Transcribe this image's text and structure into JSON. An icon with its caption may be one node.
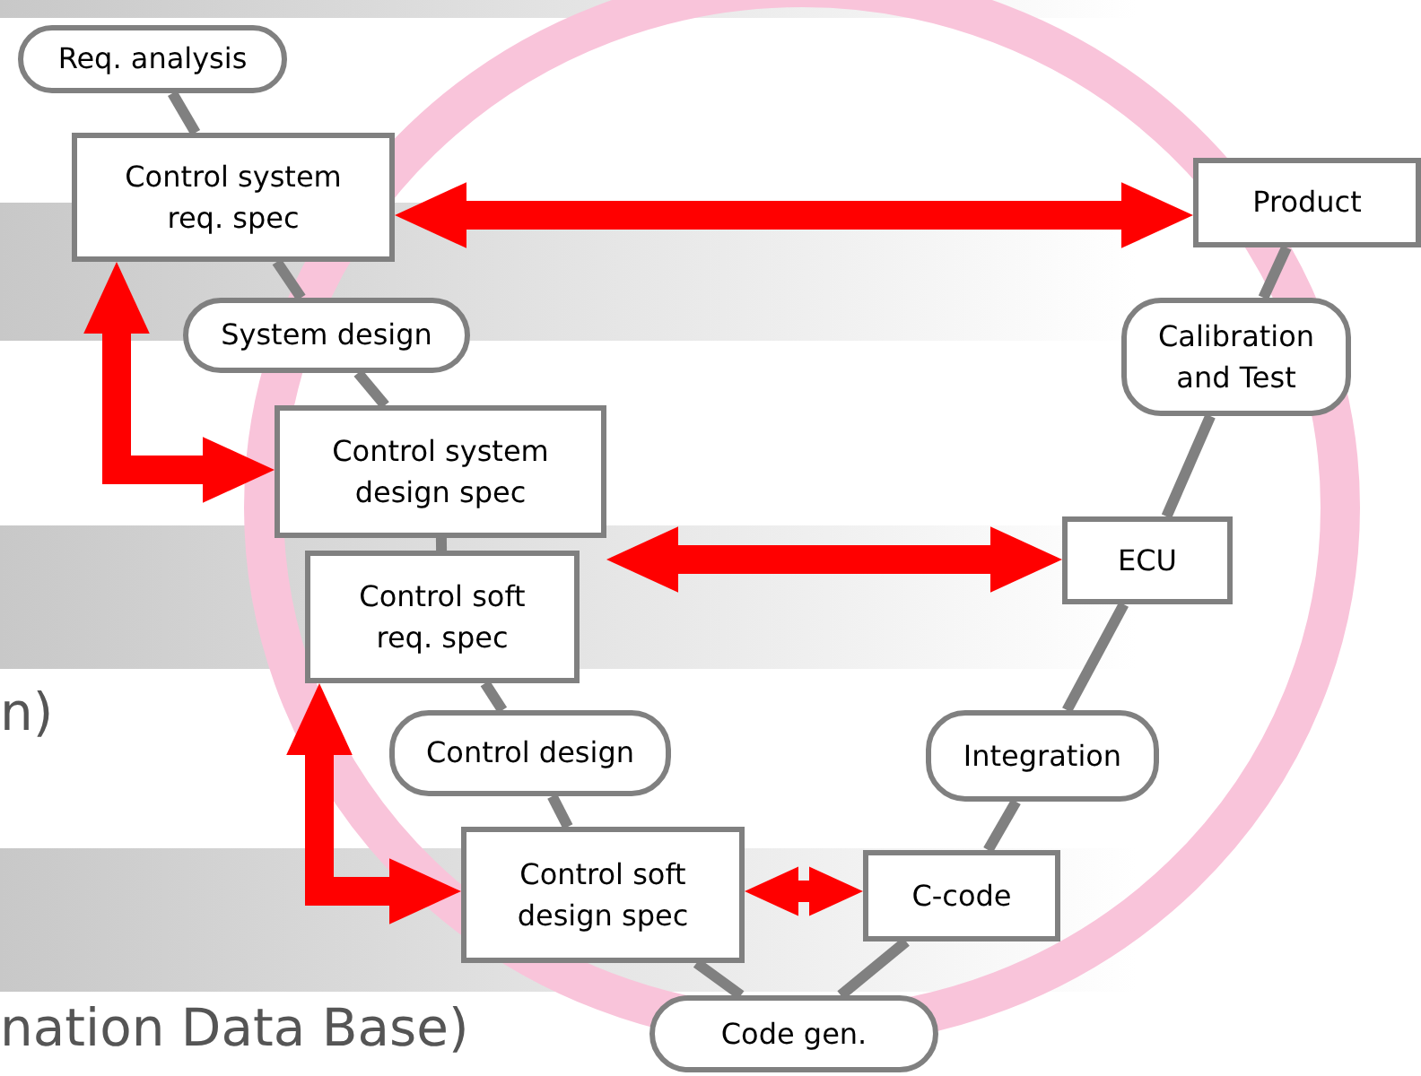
{
  "diagram": {
    "nodes": [
      {
        "text": [
          "Req. analysis"
        ]
      },
      {
        "text": [
          "Control system req. spec"
        ]
      },
      {
        "text": [
          "System design"
        ]
      },
      {
        "text": [
          "Control system design spec"
        ]
      },
      {
        "text": [
          "Control soft req. spec"
        ]
      },
      {
        "text": [
          "Control design"
        ]
      },
      {
        "text": [
          "Control soft design spec"
        ]
      },
      {
        "text": [
          "Code gen."
        ]
      },
      {
        "text": [
          "C-code"
        ]
      },
      {
        "text": [
          "Integration"
        ]
      },
      {
        "text": [
          "ECU"
        ]
      },
      {
        "text": [
          "Calibration and Test"
        ]
      },
      {
        "text": [
          "Product"
        ]
      }
    ],
    "edges": [
      {
        "from": 0,
        "to": 1,
        "arrow": "none"
      },
      {
        "from": 1,
        "to": 2,
        "arrow": "none"
      },
      {
        "from": 2,
        "to": 3,
        "arrow": "none"
      },
      {
        "from": 3,
        "to": 4,
        "arrow": "none"
      },
      {
        "from": 4,
        "to": 5,
        "arrow": "none"
      },
      {
        "from": 5,
        "to": 6,
        "arrow": "none"
      },
      {
        "from": 6,
        "to": 7,
        "arrow": "none"
      },
      {
        "from": 7,
        "to": 8,
        "arrow": "none"
      },
      {
        "from": 8,
        "to": 9,
        "arrow": "none"
      },
      {
        "from": 9,
        "to": 10,
        "arrow": "none"
      },
      {
        "from": 10,
        "to": 11,
        "arrow": "none"
      },
      {
        "from": 11,
        "to": 12,
        "arrow": "none"
      },
      {
        "from": 1,
        "to": 12,
        "arrow": "both",
        "style": "thick",
        "color": "#ff0000"
      },
      {
        "from": 3,
        "to": 10,
        "arrow": "both",
        "style": "thick",
        "color": "#ff0000"
      },
      {
        "from": 6,
        "to": 8,
        "arrow": "both",
        "style": "thick",
        "color": "#ff0000"
      },
      {
        "from": 1,
        "to": 3,
        "arrow": "both",
        "style": "thick",
        "color": "#ff0000"
      },
      {
        "from": 4,
        "to": 6,
        "arrow": "both",
        "style": "thick",
        "color": "#ff0000"
      }
    ],
    "labels": [
      "n)",
      "nation Data Base)"
    ]
  }
}
